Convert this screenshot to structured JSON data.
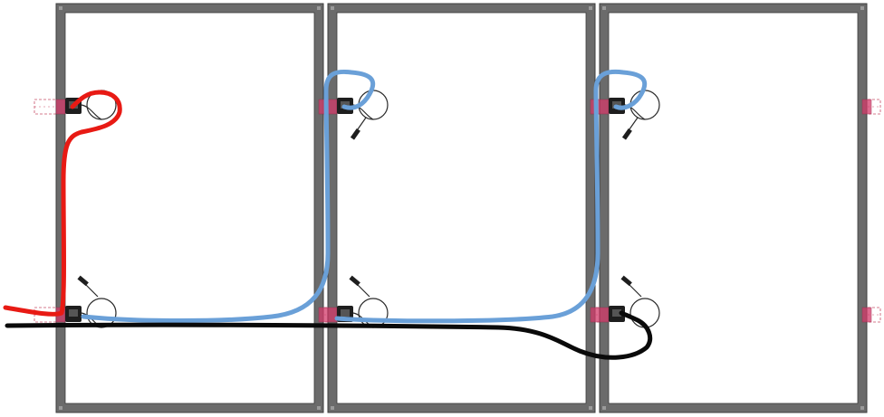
{
  "diagram": {
    "panels": [
      {
        "id": "panel-1"
      },
      {
        "id": "panel-2"
      },
      {
        "id": "panel-3"
      }
    ],
    "rails": [
      {
        "id": "rail-upper"
      },
      {
        "id": "rail-lower"
      }
    ],
    "cables": [
      {
        "id": "positive-home-run",
        "color": "#e81a14"
      },
      {
        "id": "return-jumper",
        "color": "#6aa0d8"
      },
      {
        "id": "negative-home-run",
        "color": "#0a0a0a"
      }
    ],
    "colors": {
      "panel_frame": "#6b6b6b",
      "panel_frame_edge": "#3c3c3c",
      "rail_outline": "#c8506a",
      "clamp": "#d43a6a",
      "junction_box": "#1e1e1e",
      "module_lead": "#2a2a2a"
    }
  }
}
